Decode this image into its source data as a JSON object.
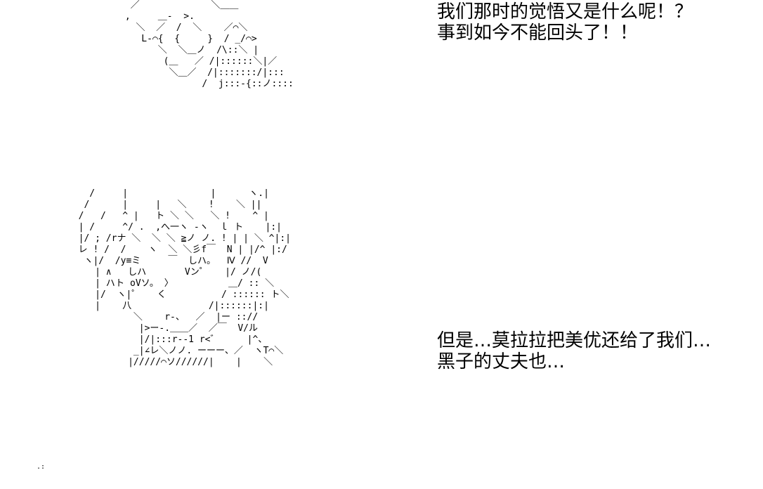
{
  "colors": {
    "background": "#ffffff",
    "text": "#000000"
  },
  "captions": {
    "top": {
      "line1": "我们那时的觉悟又是什么呢！？",
      "line2": "事到如今不能回头了！！"
    },
    "bottom": {
      "line1": "但是…莫拉拉把美优还给了我们…",
      "line2": "黑子的丈夫也…"
    }
  },
  "ascii_art": {
    "top": "  ／             ＼＿＿\n ,     ＿-  >.\n   ＼  ／  /  ＼    ／⌒＼\n    L-⌒{  {     }  / _/⌒>\n       ＼  ＼＿ノ  /\\::＼ |\n        (＿   ／ /|::::::＼|／\n         ＼＿／  /|:::::::/|:::\n               /  j:::-{::ノ::::",
    "bottom": "    /     |               |      ヽ.|\n   /      |     |   ＼    !    ＼ ||\n  /   /   ^ |   ト ＼ ＼   ＼ !    ^ |\n  | /     ^/ .  ,へ一ヽ -ヽ  ｌ ト    |:|\n  |/ ; /rナ ＼  ＼ ＼ ≧ノ ノ. ! | | ＼ ^|:|\n  レ ! /  /    ヽ  ＼ ＼彡f￣  N | |/^ |:/\n   ヽ|/  /y≡ミ     ￣  しハ。  Ⅳ //  V\n     | ∧   しハ       Vン゜   |/ ノ/(\n     | ハト oVソ。 〉          ＿/ :: ＼\n     |/  ヽ|゜   く          / :::::: ト＼\n     |    八              /|::::::|:|\n            ＼    r-、  ／  |ー :://\n             |>ー-.＿＿／  ／￣  V/ル\n             |/|:::r--1 r<゛     |^、\n            _|∠レ＼ノノ. ーーー、／  ヽT⌒＼\n           |/////⌒ソ//////|    |    ＼",
    "dots": ".:"
  }
}
